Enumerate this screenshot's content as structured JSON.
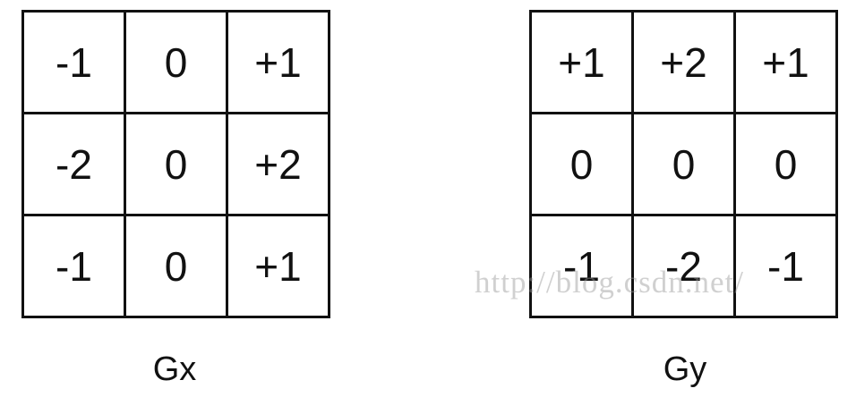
{
  "kernels": [
    {
      "label": "Gx",
      "rows": [
        [
          "-1",
          "0",
          "+1"
        ],
        [
          "-2",
          "0",
          "+2"
        ],
        [
          "-1",
          "0",
          "+1"
        ]
      ]
    },
    {
      "label": "Gy",
      "rows": [
        [
          "+1",
          "+2",
          "+1"
        ],
        [
          "0",
          "0",
          "0"
        ],
        [
          "-1",
          "-2",
          "-1"
        ]
      ]
    }
  ],
  "watermark": "http://blog.csdn.net/"
}
